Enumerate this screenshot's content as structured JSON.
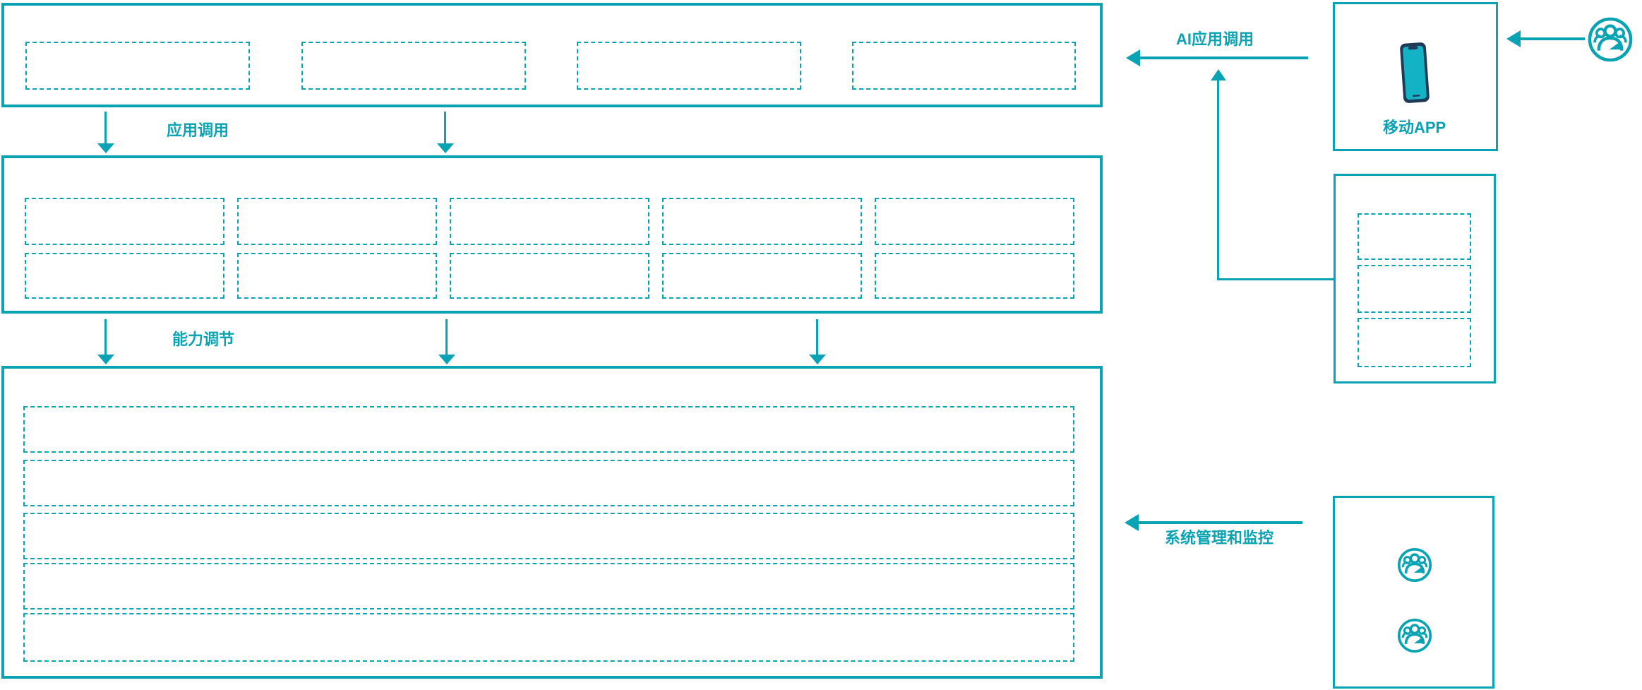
{
  "colors": {
    "teal": "#09a3b3",
    "phone_body": "#1f3a56",
    "phone_screen": "#13b2c4",
    "background": "#ffffff"
  },
  "flows": {
    "app_call_label": "应用调用",
    "capability_adjust_label": "能力调节",
    "ai_app_call_label": "AI应用调用",
    "system_monitor_label": "系统管理和监控"
  },
  "right_panel": {
    "mobile_app_label": "移动APP",
    "mobile_icon": "smartphone-icon",
    "user_icon": "users-icon",
    "channel_placeholder_count": 3,
    "admin_user_icon_count": 2
  },
  "layers": {
    "top_layer_placeholder_count": 4,
    "middle_layer_rows": 2,
    "middle_layer_cols": 5,
    "bottom_layer_row_count": 5
  }
}
